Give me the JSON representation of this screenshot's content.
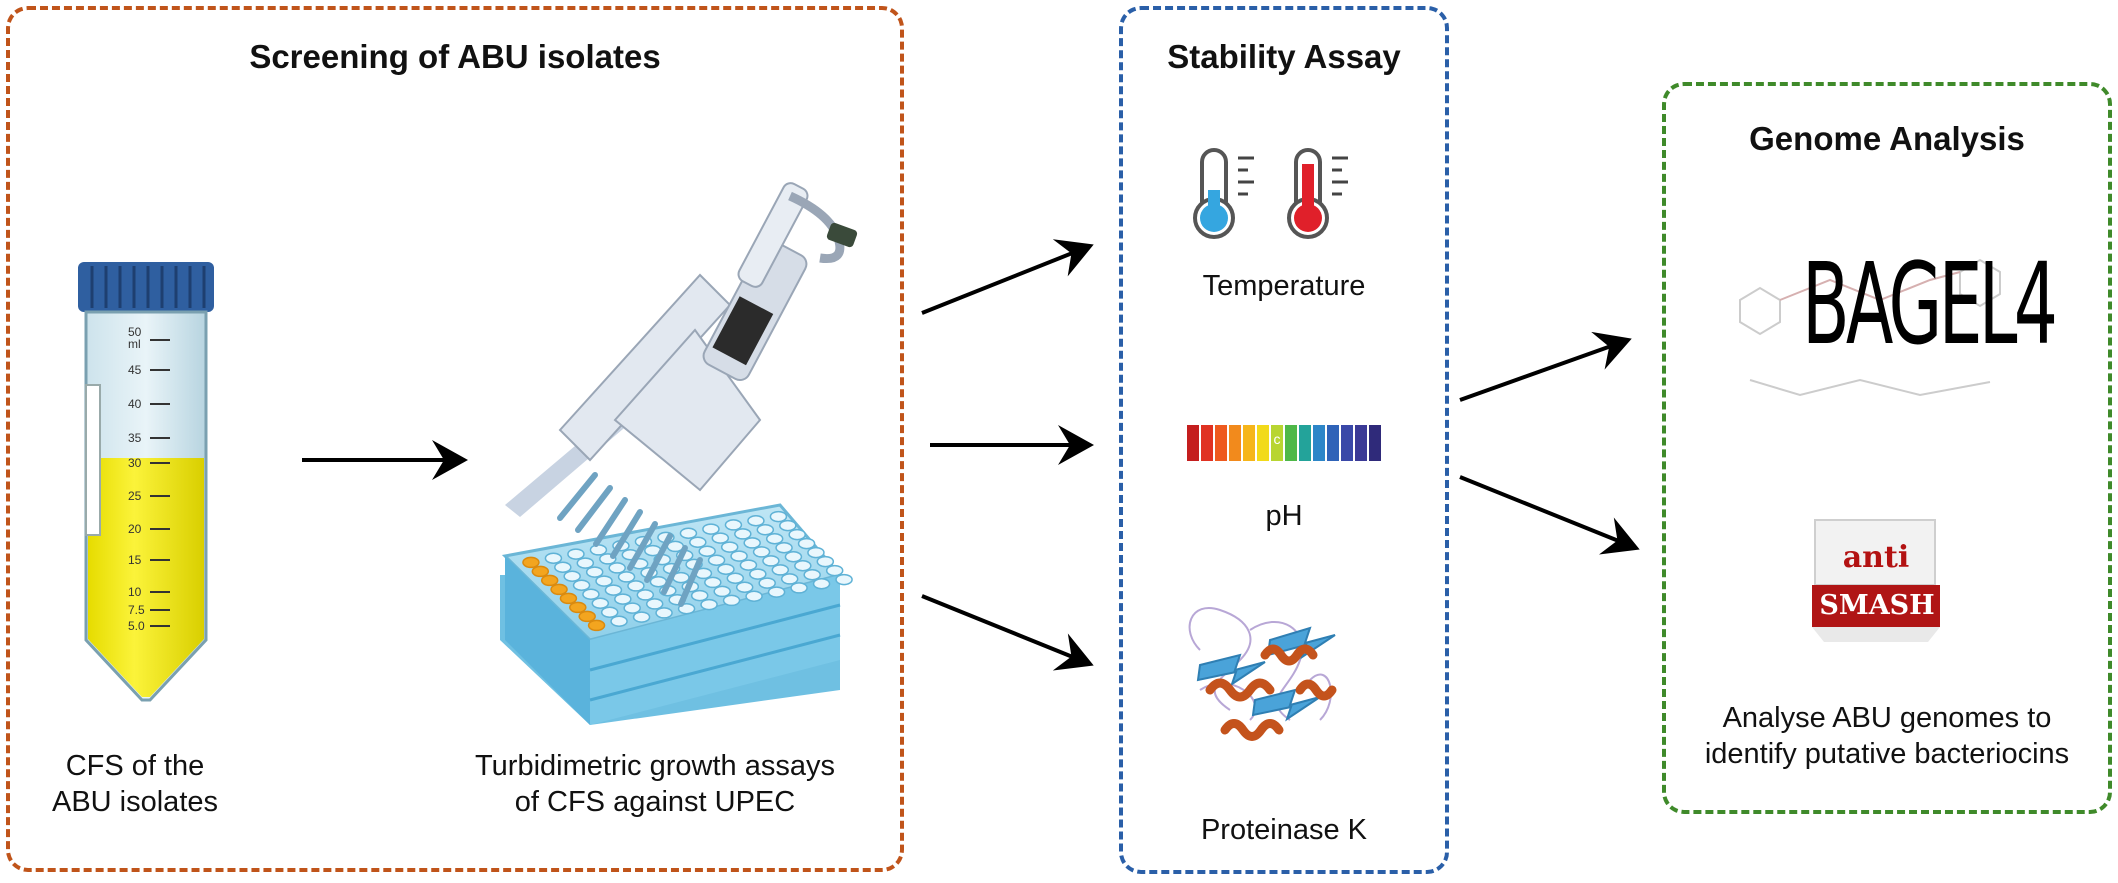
{
  "panels": {
    "screening": {
      "title": "Screening of ABU isolates",
      "cfs_label_line1": "CFS of the",
      "cfs_label_line2": "ABU isolates",
      "assay_label_line1": "Turbidimetric growth assays",
      "assay_label_line2": "of CFS against UPEC",
      "tube_scale": [
        "50",
        "ml",
        "45",
        "40",
        "35",
        "30",
        "25",
        "20",
        "15",
        "10",
        "7.5",
        "5.0"
      ]
    },
    "stability": {
      "title": "Stability Assay",
      "temperature_label": "Temperature",
      "ph_label": "pH",
      "ph_center_mark": "c",
      "proteinase_label": "Proteinase K"
    },
    "genome": {
      "title": "Genome Analysis",
      "bagel_logo": "BAGEL4",
      "antismash_logo_top": "anti",
      "antismash_logo_bottom": "SMASH",
      "analysis_label_line1": "Analyse ABU genomes to",
      "analysis_label_line2": "identify putative bacteriocins"
    }
  },
  "colors": {
    "screening_border": "#c0541a",
    "stability_border": "#2a5fa8",
    "genome_border": "#3f8a2a",
    "cold_thermometer": "#35a6e0",
    "hot_thermometer": "#e0202a",
    "culture_liquid": "#f2ea00",
    "tube_cap": "#2f5fa0"
  },
  "icons": [
    "falcon-tube-icon",
    "multichannel-pipette-icon",
    "well-plate-icon",
    "thermometer-cold-icon",
    "thermometer-hot-icon",
    "ph-scale-icon",
    "protein-structure-icon",
    "bagel4-logo",
    "antismash-logo"
  ]
}
